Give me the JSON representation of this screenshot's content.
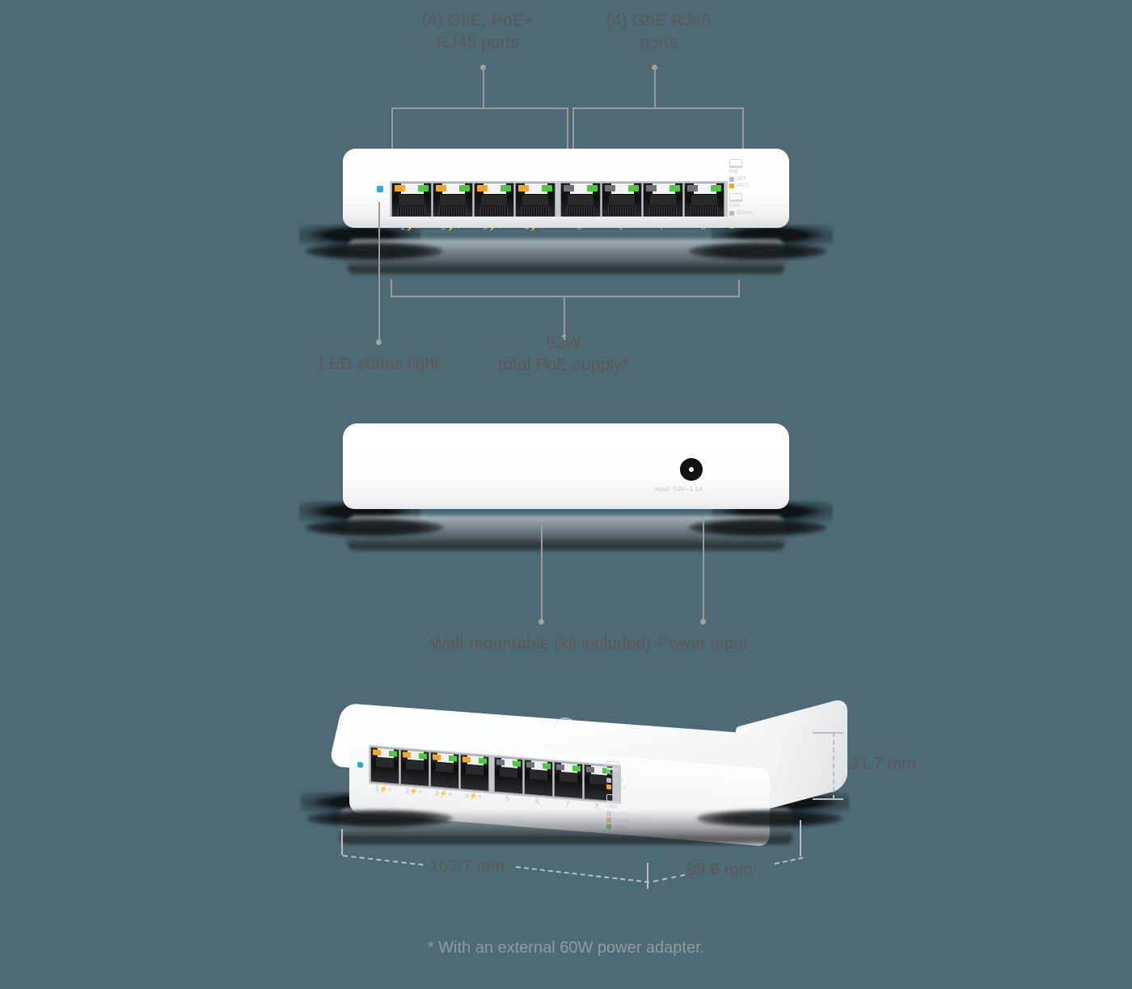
{
  "page": {
    "background_color": "#4d6a75",
    "annotation_color": "#58595b",
    "leader_line_color": "#9a9a9a",
    "dimension_line_color": "#b9c0c4"
  },
  "callouts": {
    "poe_ports": "(4) GbE, PoE+\nRJ45 ports",
    "gbe_ports": "(4) GbE RJ45\nports",
    "led_status": "LED status light",
    "poe_supply": "52W\ntotal PoE supply*",
    "wall_mount": "Wall-mountable (kit included)",
    "power_input": "Power input"
  },
  "dimensions": {
    "height": "31.7 mm",
    "width": "163.7 mm",
    "depth": "99.6 mm"
  },
  "footnote": "* With an external 60W power adapter.",
  "device": {
    "front": {
      "led_status_color": "#2fa8e8",
      "poe_port_numbers": [
        "1⚡+",
        "2⚡+",
        "3⚡+",
        "4⚡+"
      ],
      "gbe_port_numbers": [
        "5",
        "6",
        "7",
        "8"
      ],
      "poe_port_leds": [
        {
          "left": "amber",
          "right": "green"
        },
        {
          "left": "amber",
          "right": "green"
        },
        {
          "left": "amber",
          "right": "green"
        },
        {
          "left": "amber",
          "right": "green"
        }
      ],
      "gbe_port_leds": [
        {
          "left": "grey",
          "right": "green"
        },
        {
          "left": "grey",
          "right": "green"
        },
        {
          "left": "grey",
          "right": "green"
        },
        {
          "left": "grey",
          "right": "green"
        }
      ]
    },
    "legend": {
      "poe_title": "PoE",
      "poe_states": [
        {
          "label": "OFF",
          "swatch": "grey"
        },
        {
          "label": "802.3",
          "swatch": "amber"
        }
      ],
      "link_title": "LINK",
      "link_states": [
        {
          "label": "DOWN",
          "swatch": "grey"
        },
        {
          "label": "10/100",
          "swatch": "amber"
        },
        {
          "label": "1000",
          "swatch": "green"
        }
      ]
    },
    "rear": {
      "power_rating": "Input: 54V⎓1.1A"
    }
  },
  "swatch_colors": {
    "grey": "#b9bdc0",
    "amber": "#f5a623",
    "green": "#4cc93f"
  }
}
